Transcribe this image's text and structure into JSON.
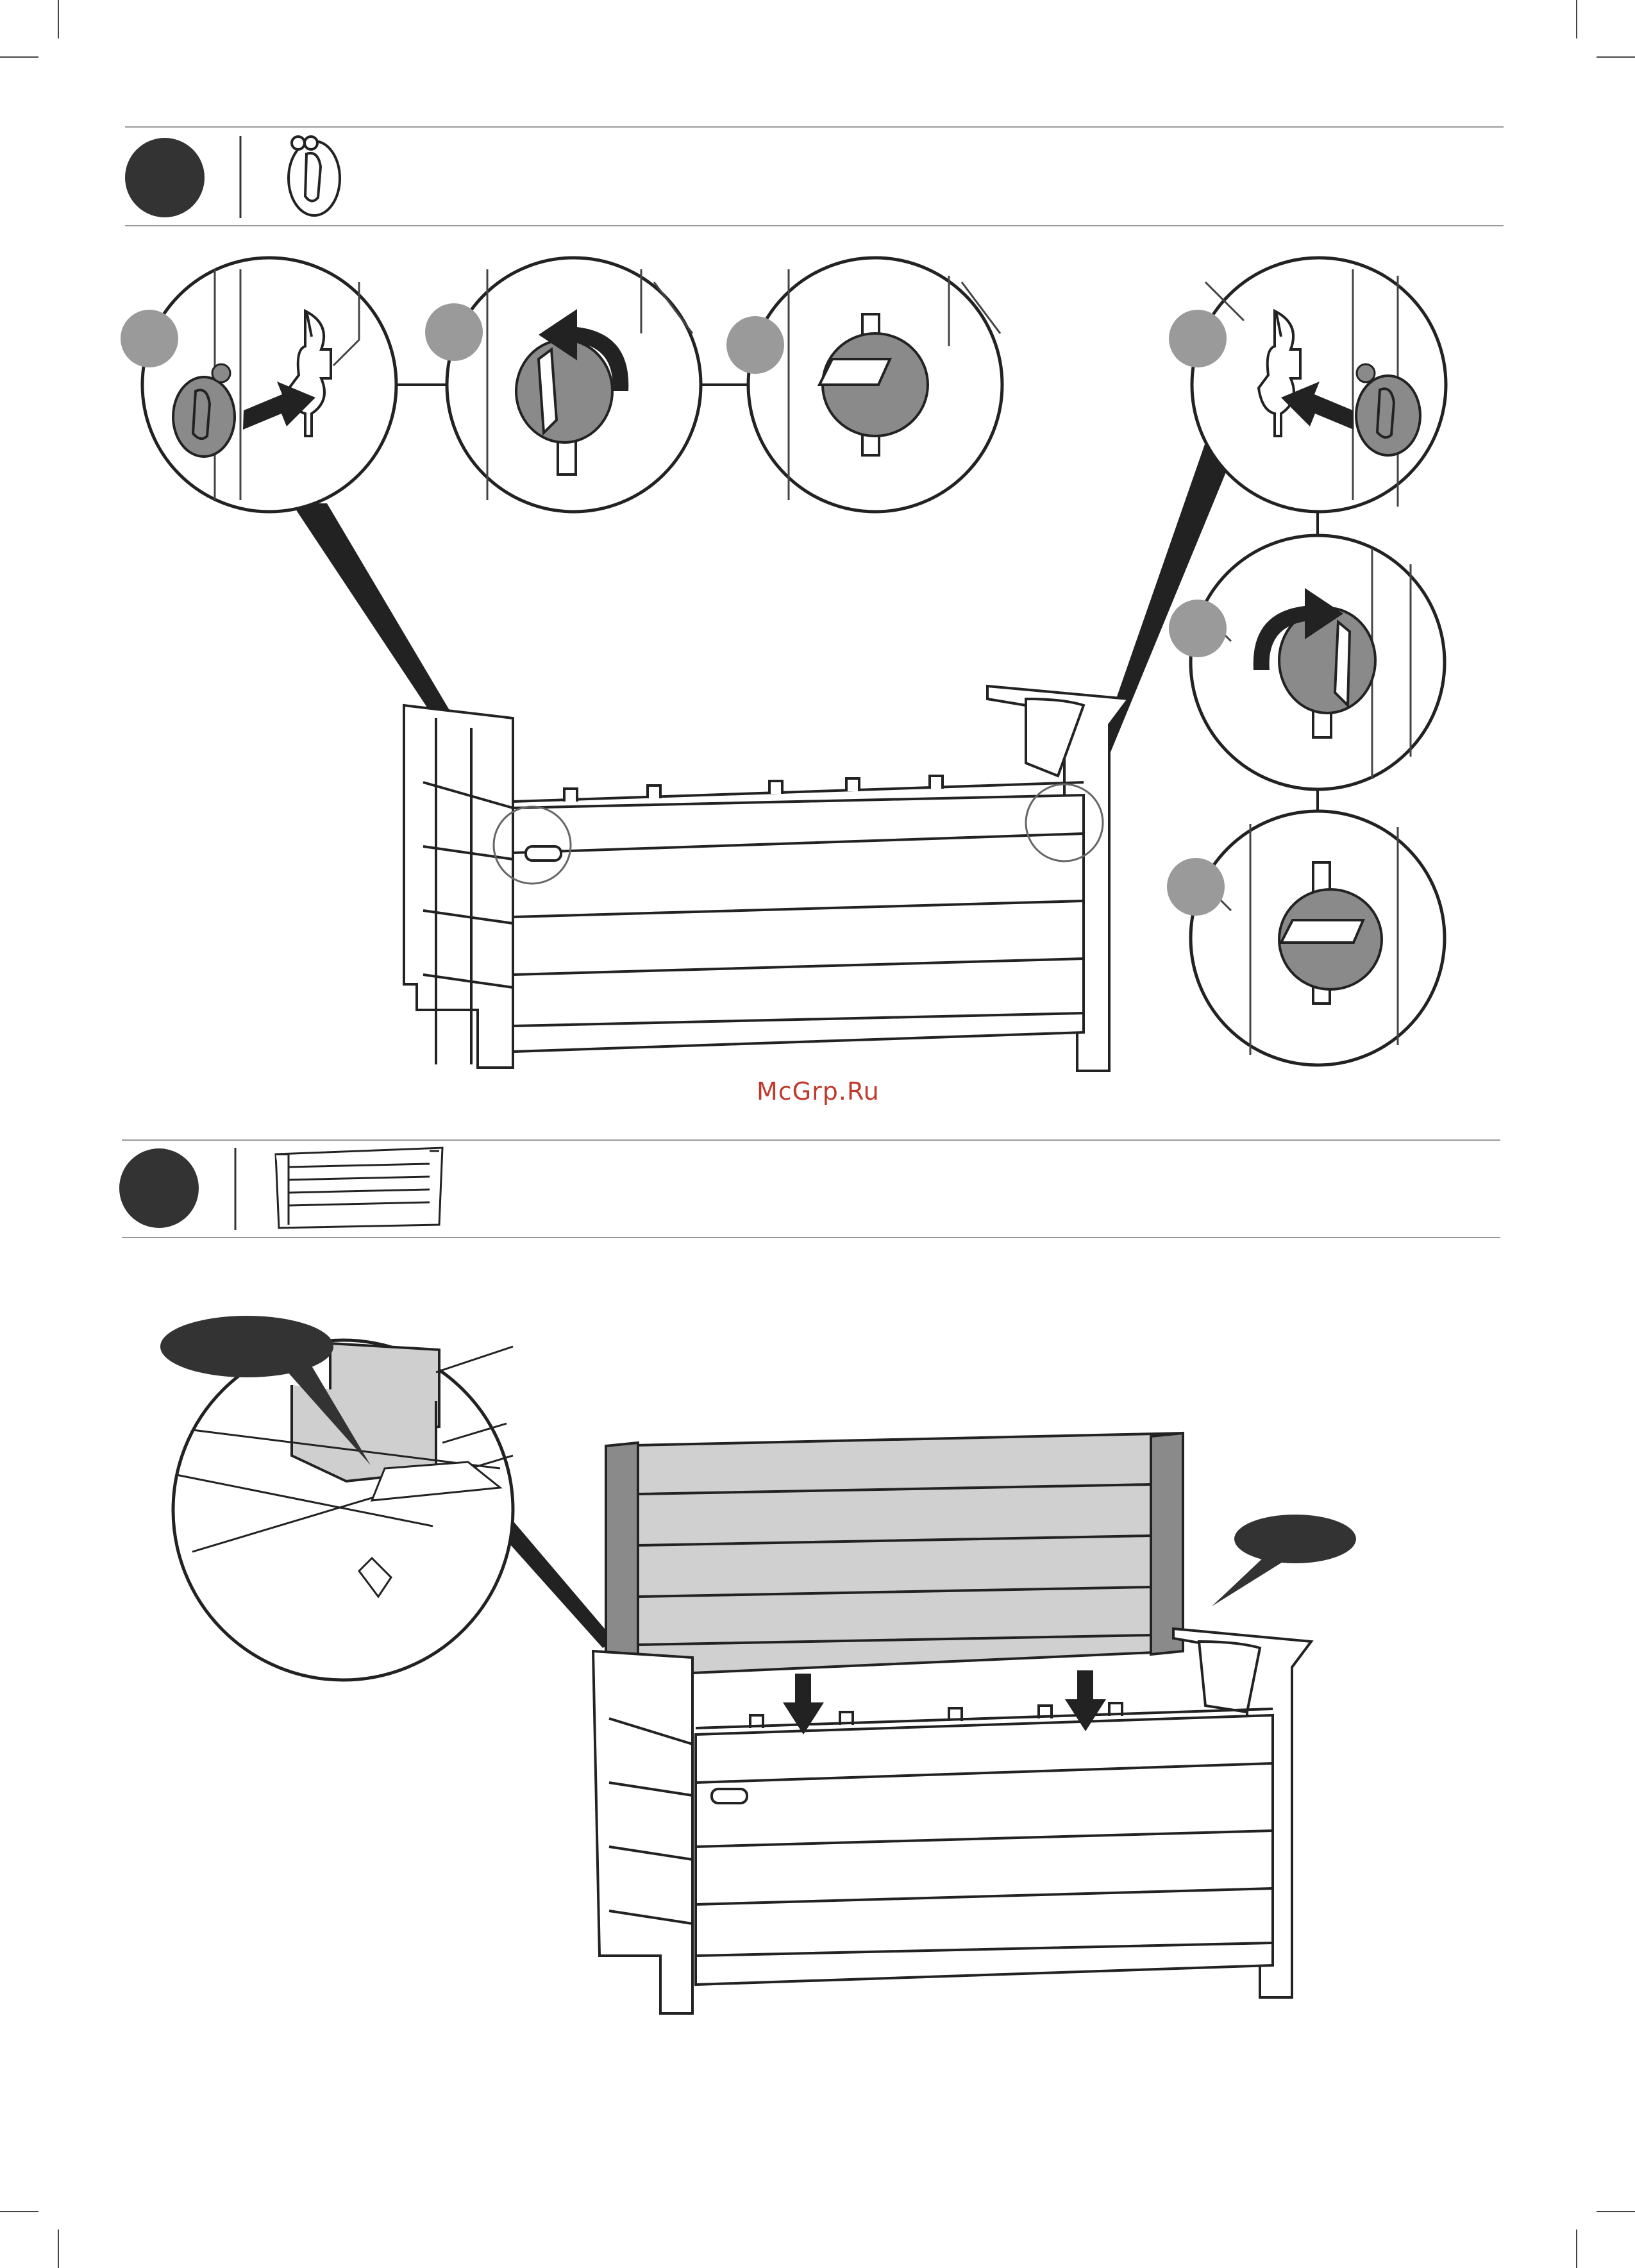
{
  "watermark": {
    "text": "McGrp.Ru"
  },
  "steps": [
    {
      "part": "rotating-lock-knob",
      "sub_steps": [
        "insert",
        "rotate",
        "locked"
      ]
    },
    {
      "part": "backrest-panel",
      "sub_steps": [
        "lower-into-slots"
      ]
    }
  ],
  "colors": {
    "ink": "#222222",
    "step_badge": "#333333",
    "sub_badge": "#9a9a9a",
    "part_fill": "#8a8a8a",
    "panel_fill": "#d0d0d0",
    "watermark": "#c0392b"
  },
  "icons": [
    "arrow-push-icon",
    "arrow-rotate-ccw-icon",
    "arrow-rotate-cw-icon",
    "arrow-down-icon",
    "lock-knob-icon",
    "speech-bubble-icon"
  ]
}
